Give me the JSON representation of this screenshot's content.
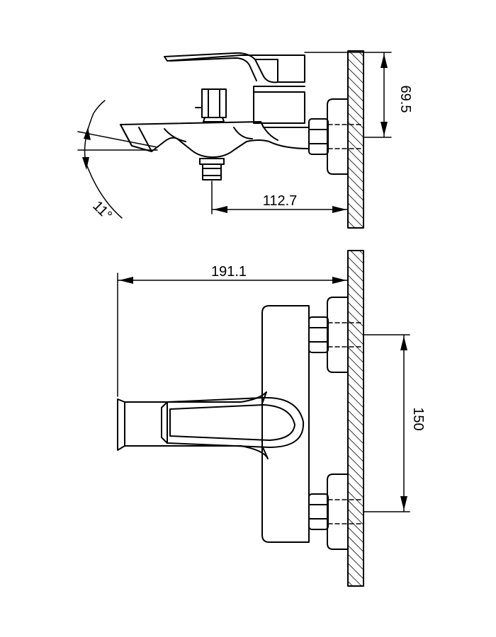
{
  "dimensions": {
    "spout_height": "69.5",
    "outlet_projection": "112.7",
    "spout_angle": "11°",
    "total_length": "191.1",
    "inlet_spacing": "150"
  },
  "colors": {
    "line": "#000000",
    "background": "#ffffff"
  }
}
